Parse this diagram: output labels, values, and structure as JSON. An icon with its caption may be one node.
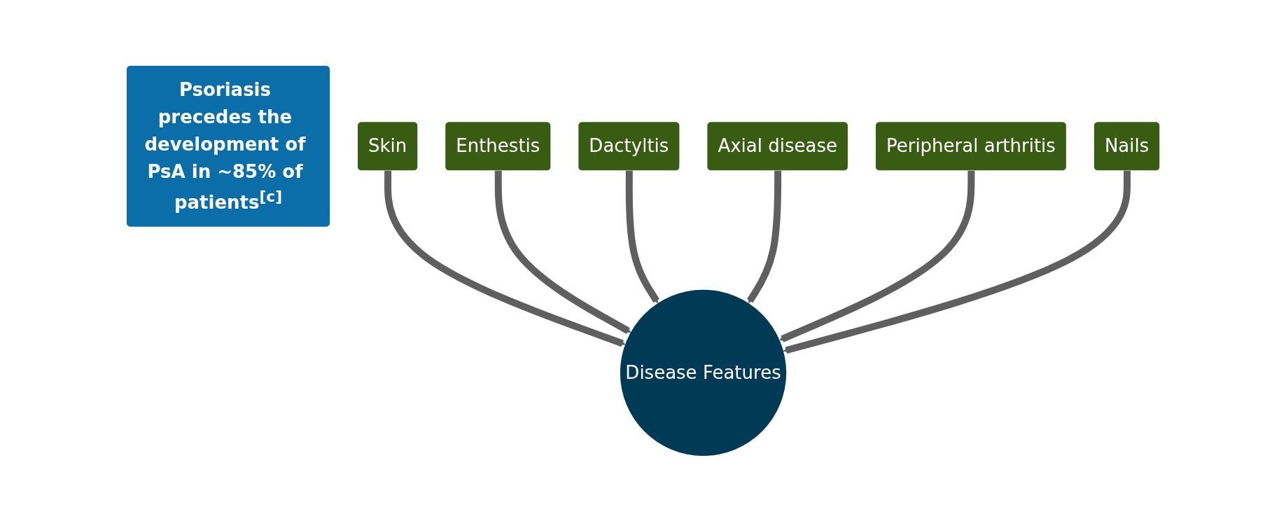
{
  "diagram": {
    "nodes": [
      {
        "text": [
          "Psoriasis precedes the development of PsA in ~85% of patients$^{[c]}$"
        ]
      },
      {
        "text": [
          "Enthestis"
        ]
      },
      {
        "text": [
          "Dactyltis"
        ]
      },
      {
        "text": [
          "Skin"
        ]
      },
      {
        "text": [
          "Axial disease"
        ]
      },
      {
        "text": [
          "Peripheral arthritis"
        ]
      },
      {
        "text": [
          "Disease Features"
        ]
      },
      {
        "text": [
          "Nails"
        ]
      }
    ],
    "edges": [
      {
        "from": 3,
        "to": 6,
        "arrow": "to"
      },
      {
        "from": 1,
        "to": 6,
        "arrow": "to"
      },
      {
        "from": 2,
        "to": 6,
        "arrow": "to"
      },
      {
        "from": 4,
        "to": 6,
        "arrow": "to"
      },
      {
        "from": 5,
        "to": 6,
        "arrow": "to"
      },
      {
        "from": 7,
        "to": 6,
        "arrow": "to"
      }
    ]
  }
}
